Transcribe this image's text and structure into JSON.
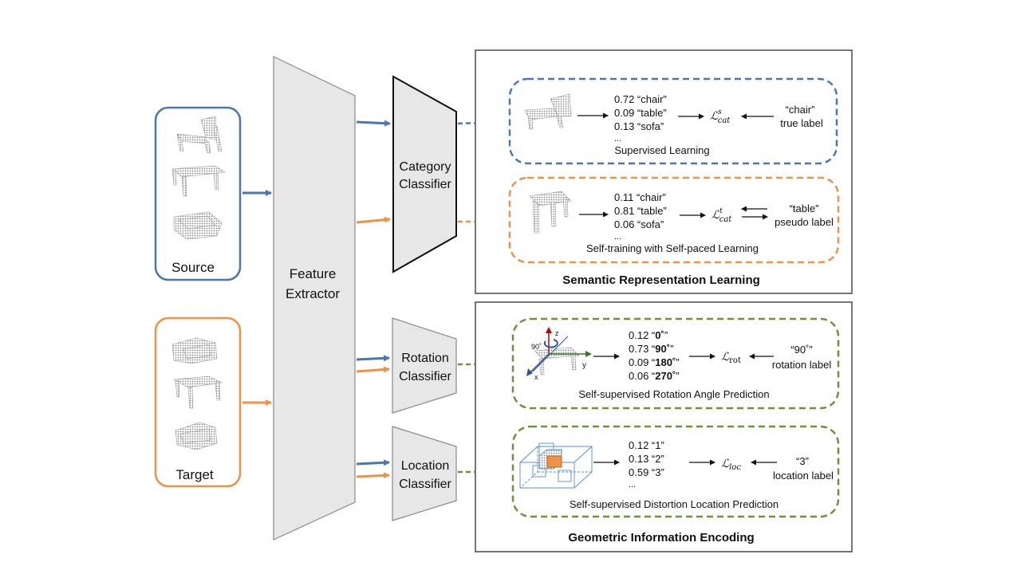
{
  "source_box": {
    "label": "Source",
    "color": "#4a76b2"
  },
  "target_box": {
    "label": "Target",
    "color": "#ed9246"
  },
  "feature_extractor": {
    "line1": "Feature",
    "line2": "Extractor"
  },
  "category_classifier": {
    "line1": "Category",
    "line2": "Classifier"
  },
  "rotation_classifier": {
    "line1": "Rotation",
    "line2": "Classifier"
  },
  "location_classifier": {
    "line1": "Location",
    "line2": "Classifier"
  },
  "semantic_panel": {
    "title": "Semantic Representation Learning",
    "supervised": {
      "scores": [
        "0.72 “chair”",
        "0.09 “table”",
        "0.13 “sofa”",
        "..."
      ],
      "loss_base": "ℒ",
      "loss_sup": "s",
      "loss_sub": "cat",
      "label_value": "“chair”",
      "label_name": "true label",
      "caption": "Supervised Learning"
    },
    "self_training": {
      "scores": [
        "0.11 “chair”",
        "0.81 “table”",
        "0.06 “sofa”",
        "..."
      ],
      "loss_base": "ℒ",
      "loss_sup": "t",
      "loss_sub": "cat",
      "label_value": "“table”",
      "label_name": "pseudo label",
      "caption": "Self-training with Self-paced Learning"
    }
  },
  "geometric_panel": {
    "title": "Geometric Information Encoding",
    "rotation": {
      "scores": [
        {
          "value": "0.12",
          "label": "0˚"
        },
        {
          "value": "0.73",
          "label": "90˚"
        },
        {
          "value": "0.09",
          "label": "180˚"
        },
        {
          "value": "0.06",
          "label": "270˚"
        }
      ],
      "loss_base": "ℒ",
      "loss_sub": "rot",
      "label_value": "“90˚”",
      "label_name": "rotation label",
      "caption": "Self-supervised Rotation Angle Prediction",
      "axes": {
        "z": "z",
        "y": "y",
        "x": "x",
        "angle": "90˚"
      }
    },
    "location": {
      "scores": [
        "0.12 “1”",
        "0.13 “2”",
        "0.59 “3”",
        "..."
      ],
      "loss_base": "ℒ",
      "loss_sub": "loc",
      "label_value": "“3”",
      "label_name": "location label",
      "caption": "Self-supervised Distortion Location Prediction"
    }
  },
  "colors": {
    "source_blue": "#4a76b2",
    "target_orange": "#ed9246",
    "green": "#70913a",
    "panel_gray": "#767676",
    "shape_fill": "#e7e7e7"
  }
}
